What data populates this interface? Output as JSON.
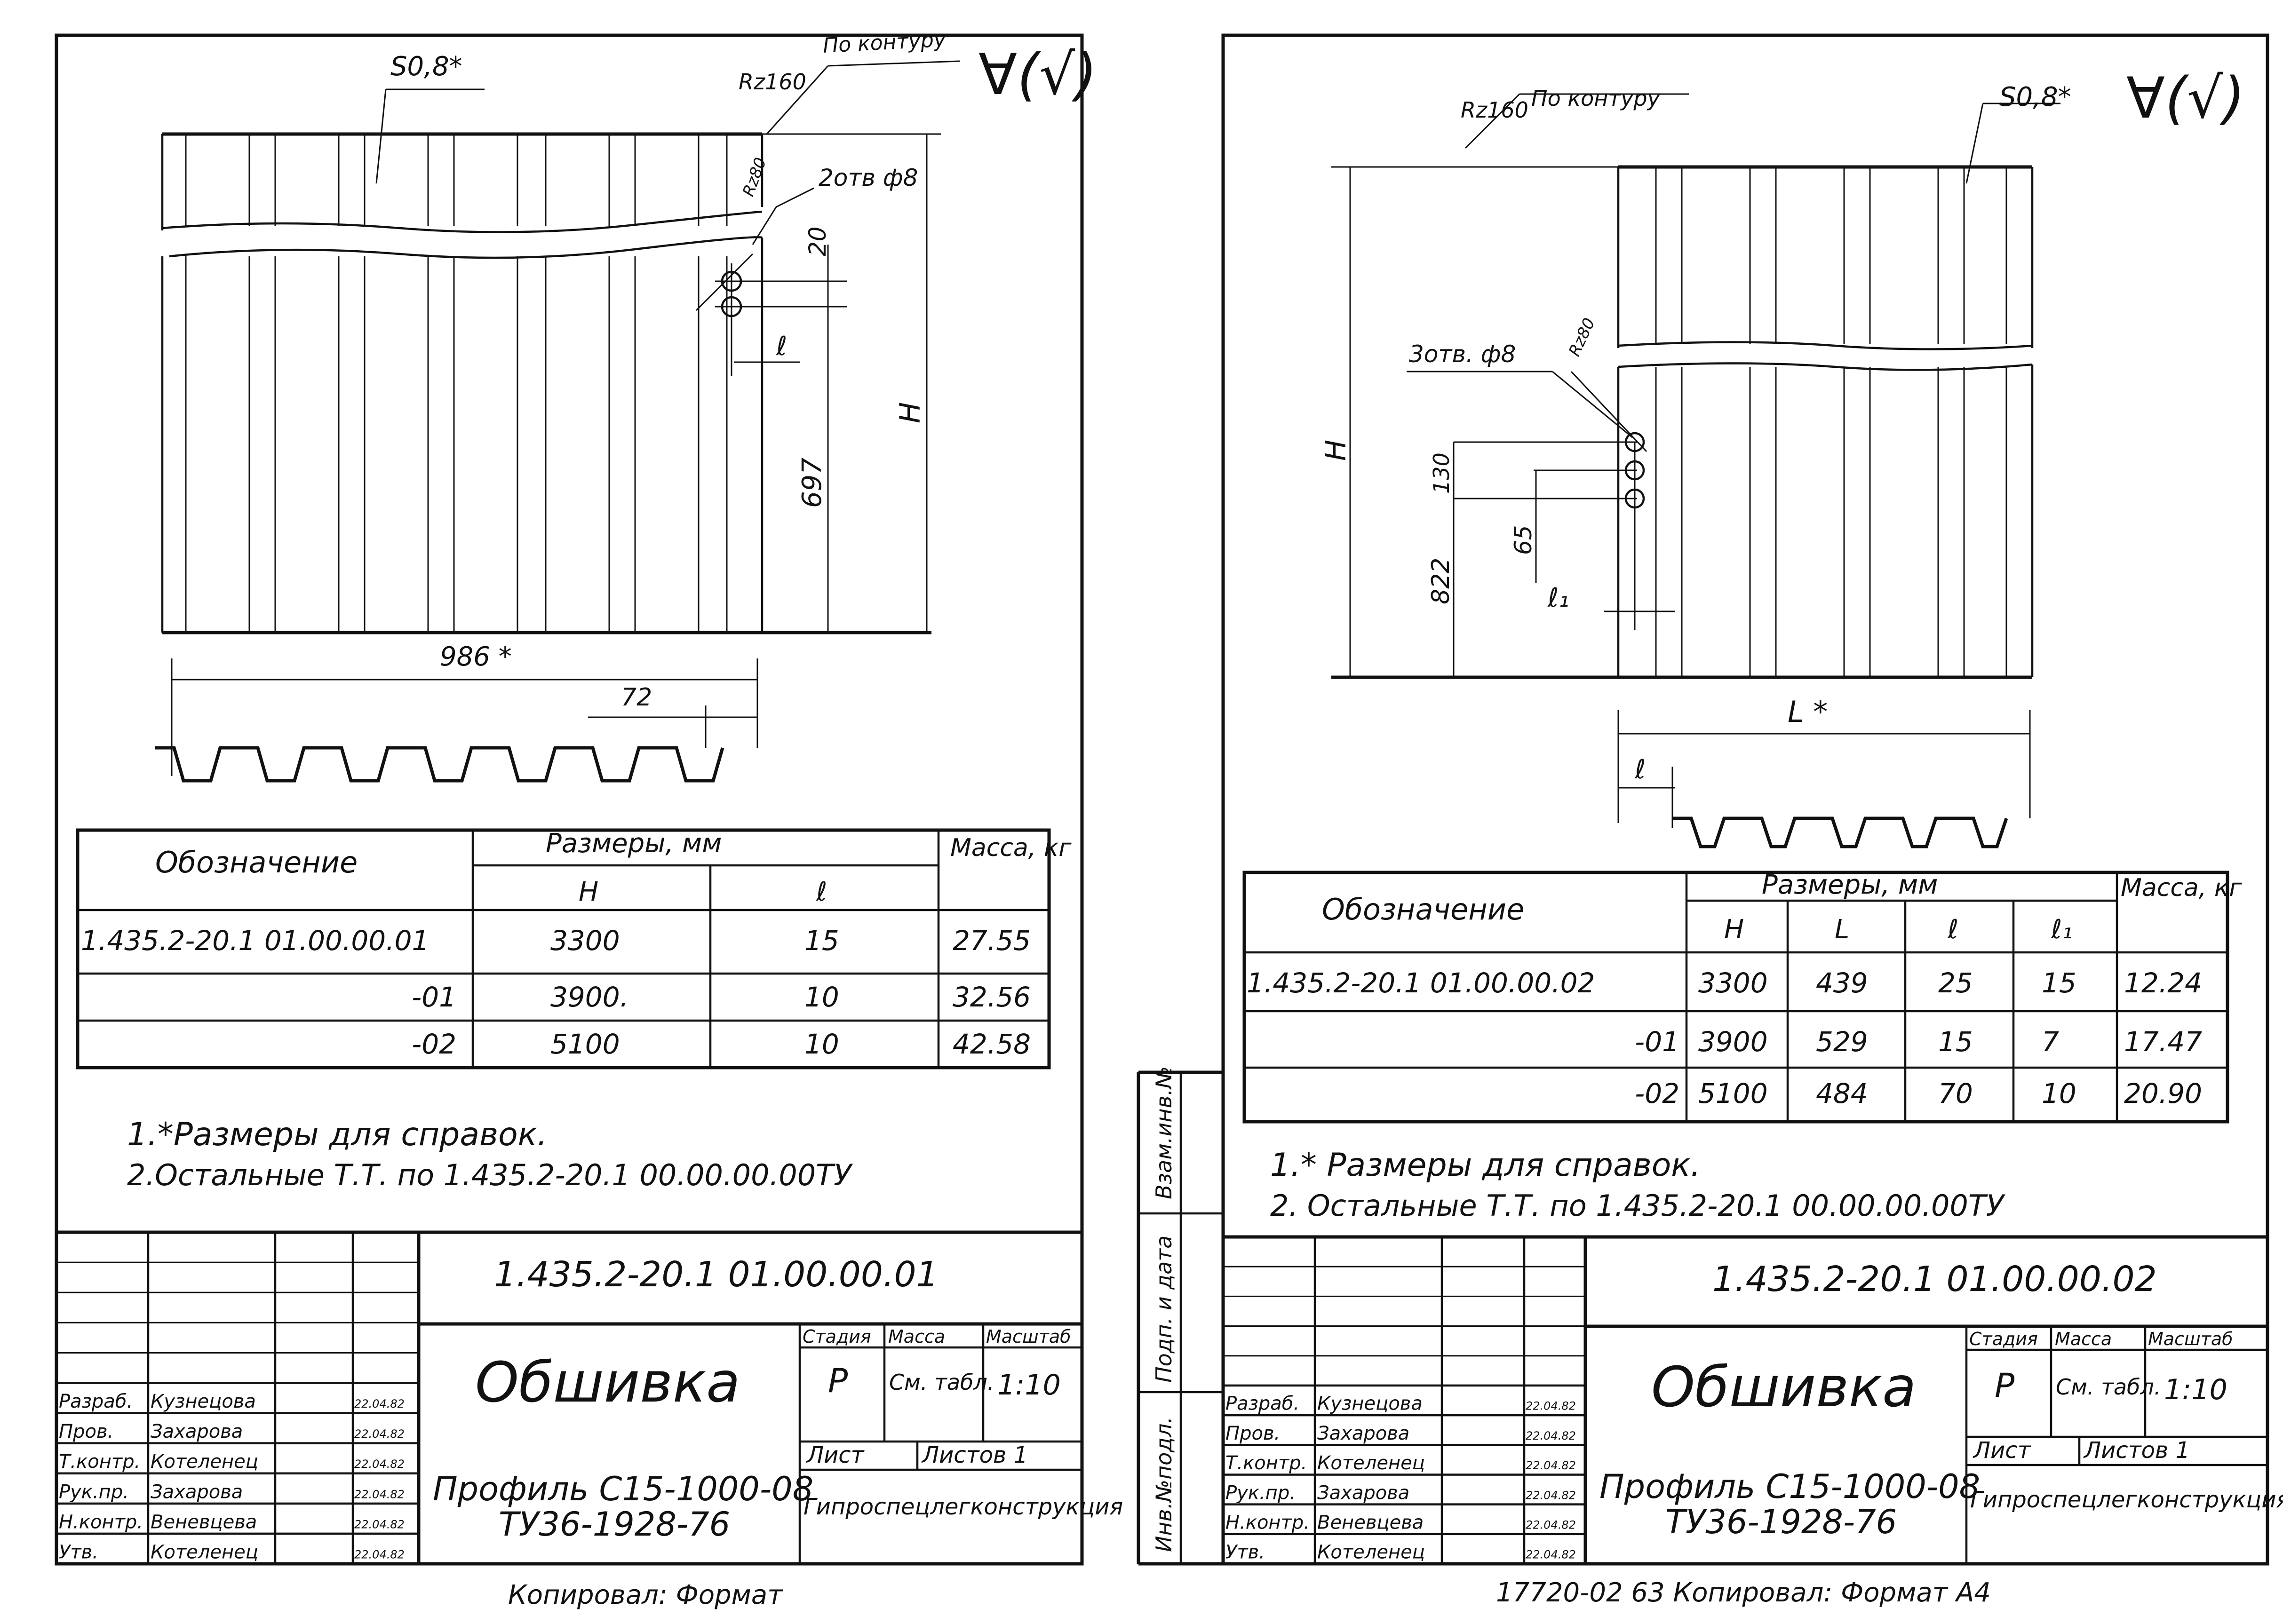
{
  "left": {
    "thickness": "S0,8*",
    "roughness_contour": "Rz160",
    "contour_label": "По контуру",
    "surface_mark": "∀(√)",
    "hole_roughness": "Rz80",
    "holes_label": "2отв ф8",
    "dim_20": "20",
    "dim_l": "ℓ",
    "dim_697": "697",
    "dim_H": "H",
    "dim_986": "986 *",
    "dim_72": "72",
    "table": {
      "col_designation": "Обозначение",
      "col_sizes": "Размеры, мм",
      "col_mass": "Масса, кг",
      "sub_H": "H",
      "sub_l": "ℓ",
      "rows": [
        {
          "designation": "1.435.2-20.1 01.00.00.01",
          "H": "3300",
          "l": "15",
          "mass": "27.55"
        },
        {
          "designation": "-01",
          "H": "3900.",
          "l": "10",
          "mass": "32.56"
        },
        {
          "designation": "-02",
          "H": "5100",
          "l": "10",
          "mass": "42.58"
        }
      ]
    },
    "note1": "1.*Размеры для справок.",
    "note2": "2.Остальные Т.Т. по 1.435.2-20.1 00.00.00.00ТУ",
    "stamp": {
      "doc_number": "1.435.2-20.1 01.00.00.01",
      "title": "Обшивка",
      "subtitle1": "Профиль С15-1000-08",
      "subtitle2": "ТУ36-1928-76",
      "stage_label": "Стадия",
      "mass_label": "Масса",
      "scale_label": "Масштаб",
      "stage": "Р",
      "mass": "См. табл.",
      "scale": "1:10",
      "sheet_label": "Лист",
      "sheets_label": "Листов 1",
      "org": "Гипроспецлегконструкция",
      "roles": [
        "Разраб.",
        "Пров.",
        "Т.контр.",
        "Рук.пр.",
        "Н.контр.",
        "Утв."
      ],
      "names": [
        "Кузнецова",
        "Захарова",
        "Котеленец",
        "Захарова",
        "Веневцева",
        "Котеленец"
      ],
      "dates": [
        "22.04.82",
        "22.04.82",
        "22.04.82",
        "22.04.82",
        "22.04.82",
        "22.04.82"
      ]
    },
    "footer": "Копировал:  Формат"
  },
  "right": {
    "thickness": "S0,8*",
    "roughness_contour": "Rz160",
    "contour_label": "По контуру",
    "surface_mark": "∀(√)",
    "holes_label": "3отв. ф8",
    "hole_roughness": "Rz80",
    "dim_H": "H",
    "dim_130": "130",
    "dim_65": "65",
    "dim_822": "822",
    "dim_l1": "ℓ₁",
    "dim_L": "L *",
    "dim_l": "ℓ",
    "table": {
      "col_designation": "Обозначение",
      "col_sizes": "Размеры, мм",
      "col_mass": "Масса, кг",
      "sub_H": "H",
      "sub_L": "L",
      "sub_l": "ℓ",
      "sub_l1": "ℓ₁",
      "rows": [
        {
          "designation": "1.435.2-20.1 01.00.00.02",
          "H": "3300",
          "L": "439",
          "l": "25",
          "l1": "15",
          "mass": "12.24"
        },
        {
          "designation": "-01",
          "H": "3900",
          "L": "529",
          "l": "15",
          "l1": "7",
          "mass": "17.47"
        },
        {
          "designation": "-02",
          "H": "5100",
          "L": "484",
          "l": "70",
          "l1": "10",
          "mass": "20.90"
        }
      ]
    },
    "note1": "1.* Размеры для справок.",
    "note2": "2. Остальные Т.Т. по 1.435.2-20.1 00.00.00.00ТУ",
    "side_labels": [
      "Взам.инв.№",
      "Подп. и дата",
      "Инв.№подл."
    ],
    "stamp": {
      "doc_number": "1.435.2-20.1 01.00.00.02",
      "title": "Обшивка",
      "subtitle1": "Профиль С15-1000-08",
      "subtitle2": "ТУ36-1928-76",
      "stage_label": "Стадия",
      "mass_label": "Масса",
      "scale_label": "Масштаб",
      "stage": "Р",
      "mass": "См. табл.",
      "scale": "1:10",
      "sheet_label": "Лист",
      "sheets_label": "Листов 1",
      "org": "Гипроспецлегконструкция",
      "roles": [
        "Разраб.",
        "Пров.",
        "Т.контр.",
        "Рук.пр.",
        "Н.контр.",
        "Утв."
      ],
      "names": [
        "Кузнецова",
        "Захарова",
        "Котеленец",
        "Захарова",
        "Веневцева",
        "Котеленец"
      ],
      "dates": [
        "22.04.82",
        "22.04.82",
        "22.04.82",
        "22.04.82",
        "22.04.82",
        "22.04.82"
      ]
    },
    "footer": "17720-02 63 Копировал:  Формат А4"
  }
}
